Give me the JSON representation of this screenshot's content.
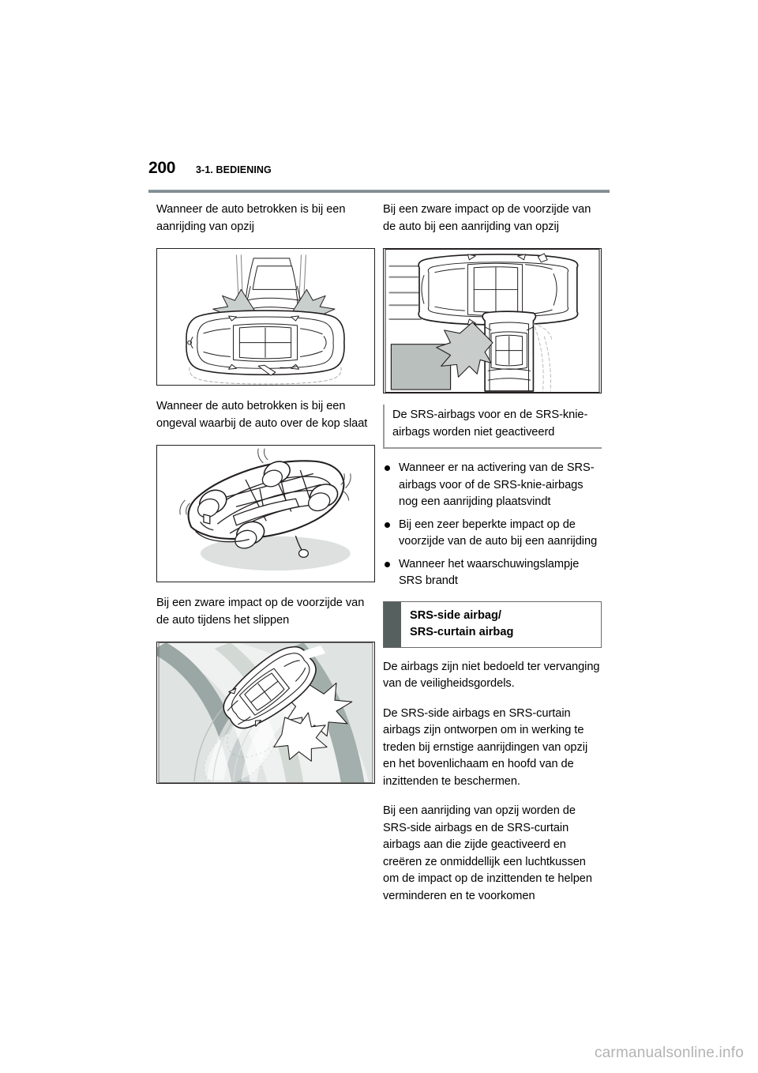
{
  "header": {
    "page_number": "200",
    "section_title": "3-1. BEDIENING",
    "rule_color": "#7f8e92"
  },
  "left_column": {
    "heading_1": "Wanneer de auto betrokken is bij een aanrijding van opzij",
    "figure_1": {
      "name": "side-impact-illustration",
      "caption": "Bovenaanzicht van een auto die van opzij wordt geraakt door een andere auto, met botsingssterren"
    },
    "heading_2": "Wanneer de auto betrokken is bij een ongeval waarbij de auto over de kop slaat",
    "figure_2": {
      "name": "rollover-illustration",
      "caption": "Auto die over de kop is geslagen, onderaanzicht"
    },
    "heading_3": "Bij een zware impact op de voorzijde van de auto tijdens het slippen",
    "figure_3": {
      "name": "skid-front-impact-illustration",
      "caption": "Slippende auto op een bocht die frontaal de vangrail raakt, met botsingsster"
    }
  },
  "right_column": {
    "heading_1": "Bij een zware impact op de voorzijde van de auto bij een aanrijding van opzij",
    "figure_1": {
      "name": "front-impact-side-collision-illustration",
      "caption": "Twee auto's die op een kruising botsen, met grijze botsingsster"
    },
    "heading_block": "De SRS-airbags voor en de SRS-knie-airbags worden niet geactiveerd",
    "bullets": [
      "Wanneer er na activering van de SRS-airbags voor of de SRS-knie-airbags nog een aanrijding plaatsvindt",
      "Bij een zeer beperkte impact op de voorzijde van de auto bij een aanrijding",
      "Wanneer het waarschuwingslampje SRS brandt"
    ],
    "section_box": {
      "line_1": "SRS-side airbag/",
      "line_2": "SRS-curtain airbag",
      "tab_color": "#55605f"
    },
    "paragraphs": [
      "De airbags zijn niet bedoeld ter vervanging van de veiligheidsgordels.",
      "De SRS-side airbags en SRS-curtain airbags zijn ontworpen om in werking te treden bij ernstige aanrijdingen van opzij en het bovenlichaam en hoofd van de inzittenden te beschermen.",
      "Bij een aanrijding van opzij worden de SRS-side airbags en de SRS-curtain airbags aan die zijde geactiveerd en creëren ze onmiddellijk een luchtkussen om de impact op de inzittenden te helpen verminderen en te voorkomen"
    ]
  },
  "footer": {
    "watermark": "carmanualsonline.info"
  }
}
